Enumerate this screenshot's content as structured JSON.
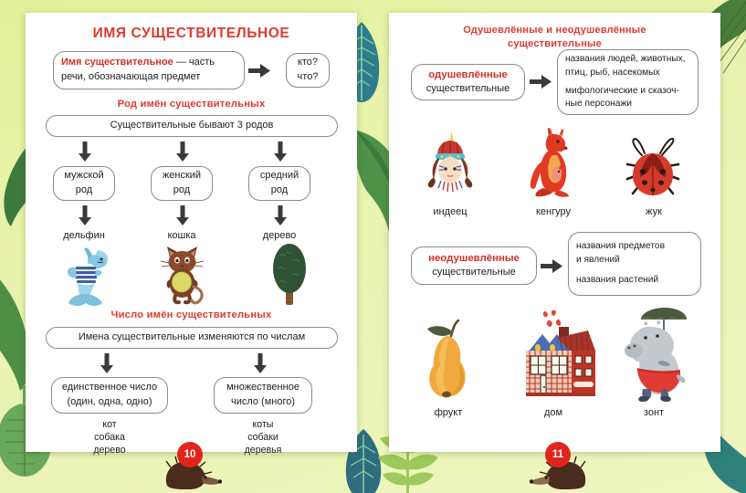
{
  "spread": {
    "background_color": "#e9f3ae",
    "page_color": "#ffffff",
    "accent_red": "#e03a30",
    "text_color": "#222222"
  },
  "left_page": {
    "number": "10",
    "title": "ИМЯ СУЩЕСТВИТЕЛЬНОЕ",
    "definition_box": {
      "red_part": "Имя существительное",
      "rest_line1": " — часть",
      "line2": "речи, обозначающая предмет"
    },
    "questions_box": {
      "line1": "кто?",
      "line2": "что?"
    },
    "section_gender": {
      "heading": "Род имён существительных",
      "statement": "Существительные бывают 3 родов",
      "genders": [
        {
          "line1": "мужской",
          "line2": "род",
          "example": "дельфин",
          "icon": "dolphin-icon"
        },
        {
          "line1": "женский",
          "line2": "род",
          "example": "кошка",
          "icon": "cat-icon"
        },
        {
          "line1": "средний",
          "line2": "род",
          "example": "дерево",
          "icon": "tree-icon"
        }
      ]
    },
    "section_number": {
      "heading": "Число имён существительных",
      "statement": "Имена существительные изменяются по числам",
      "columns": [
        {
          "box_line1": "единственное  число",
          "box_line2": "(один,  одна,  одно)",
          "examples": [
            "кот",
            "собака",
            "дерево"
          ]
        },
        {
          "box_line1": "множественное",
          "box_line2": "число  (много)",
          "examples": [
            "коты",
            "собаки",
            "деревья"
          ]
        }
      ]
    }
  },
  "right_page": {
    "number": "11",
    "title_line1": "Одушевлённые  и  неодушевлённые",
    "title_line2": "существительные",
    "animate": {
      "label_red": "одушевлённые",
      "label_black": "существительные",
      "descriptions": [
        "названия  людей,  животных,",
        "птиц,  рыб,  насекомых",
        "мифологические  и  сказоч-",
        "ные  персонажи"
      ],
      "examples": [
        {
          "word": "индеец",
          "icon": "native-american-icon"
        },
        {
          "word": "кенгуру",
          "icon": "kangaroo-icon"
        },
        {
          "word": "жук",
          "icon": "beetle-icon"
        }
      ]
    },
    "inanimate": {
      "label_red": "неодушевлённые",
      "label_black": "существительные",
      "descriptions": [
        "названия  предметов",
        "и  явлений",
        "названия  растений"
      ],
      "examples": [
        {
          "word": "фрукт",
          "icon": "pear-icon"
        },
        {
          "word": "дом",
          "icon": "house-icon"
        },
        {
          "word": "зонт",
          "icon": "hippo-umbrella-icon"
        }
      ]
    }
  },
  "decor": {
    "hedgehog_left": "hedgehog-icon",
    "hedgehog_right": "hedgehog-icon",
    "leaves": [
      "leaf-icon",
      "leaf-icon",
      "leaf-icon",
      "leaf-icon",
      "leaf-icon",
      "leaf-icon"
    ]
  }
}
